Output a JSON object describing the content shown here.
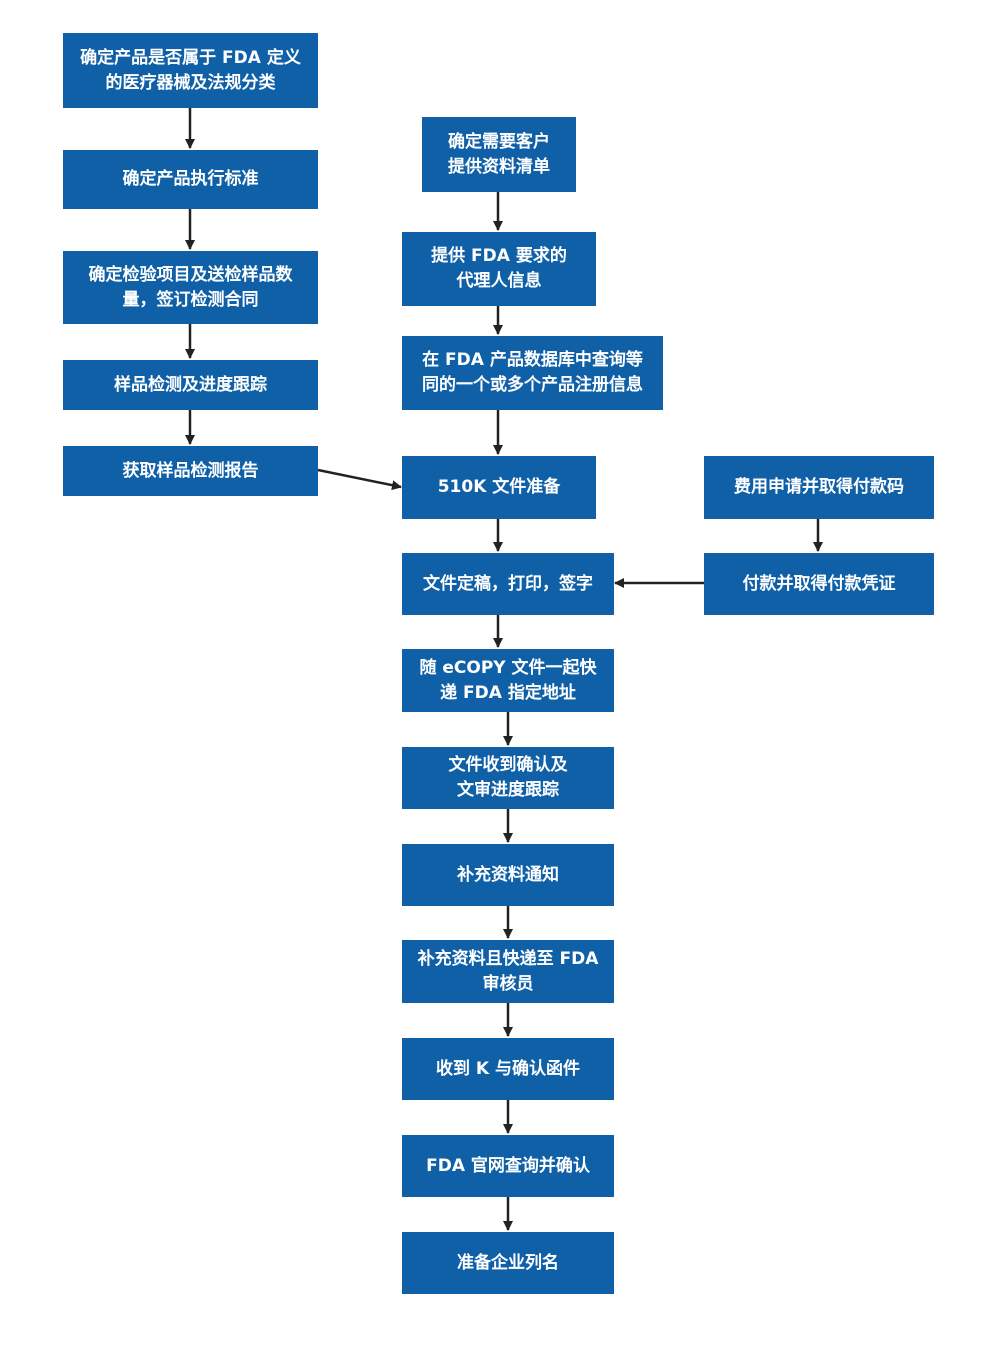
{
  "colors": {
    "box_fill": "#1060a8",
    "box_text": "#ffffff",
    "arrow": "#222222",
    "background": "#ffffff"
  },
  "steps": {
    "s1": "确定产品是否属于 FDA 定义\n的医疗器械及法规分类",
    "s2": "确定产品执行标准",
    "s3": "确定检验项目及送检样品数\n量，签订检测合同",
    "s4": "样品检测及进度跟踪",
    "s5": "获取样品检测报告",
    "c1": "确定需要客户\n提供资料清单",
    "c2": "提供 FDA 要求的\n代理人信息",
    "c3": "在 FDA 产品数据库中查询等\n同的一个或多个产品注册信息",
    "c4": "510K 文件准备",
    "c5": "文件定稿，打印，签字",
    "c6": "随 eCOPY 文件一起快\n递 FDA 指定地址",
    "c7": "文件收到确认及\n文审进度跟踪",
    "c8": "补充资料通知",
    "c9": "补充资料且快递至 FDA\n审核员",
    "c10": "收到 K 与确认函件",
    "c11": "FDA 官网查询并确认",
    "c12": "准备企业列名",
    "r1": "费用申请并取得付款码",
    "r2": "付款并取得付款凭证"
  }
}
